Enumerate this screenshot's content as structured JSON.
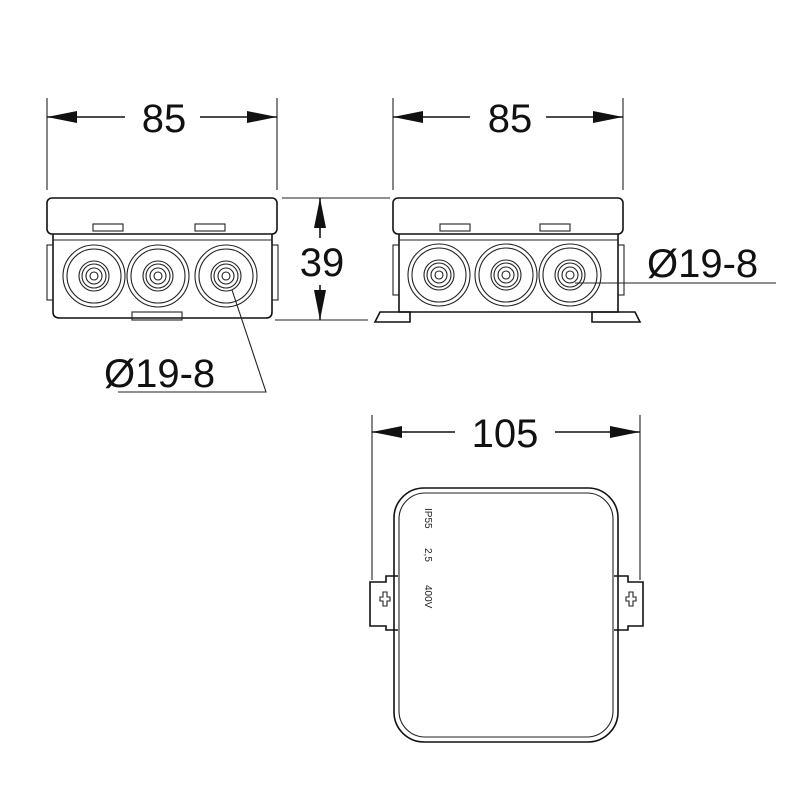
{
  "dimensions": {
    "front_width": "85",
    "side_width": "85",
    "height": "39",
    "top_width": "105",
    "hole_left": "Ø19-8",
    "hole_right": "Ø19-8"
  },
  "markings": {
    "ip_rating": "IP55",
    "wire_size": "2,5",
    "voltage": "400V"
  }
}
